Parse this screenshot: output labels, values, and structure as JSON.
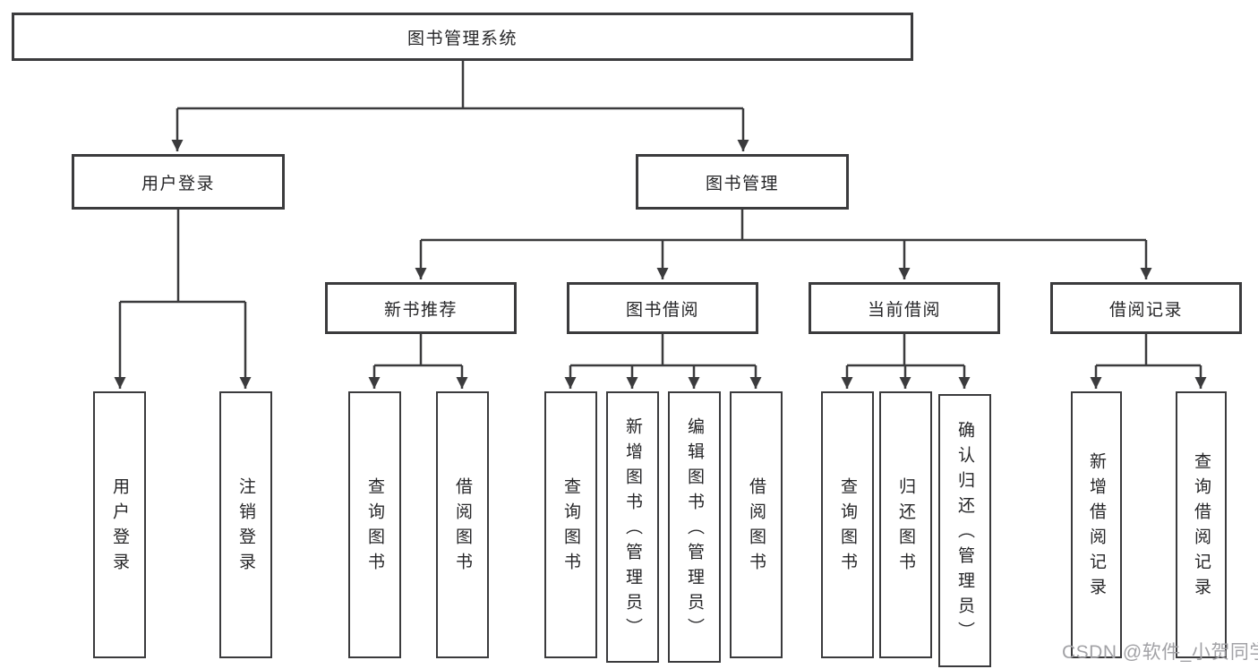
{
  "tree": {
    "label": "图书管理系统",
    "children": [
      {
        "label": "用户登录",
        "children": [
          {
            "label": "用户登录"
          },
          {
            "label": "注销登录"
          }
        ]
      },
      {
        "label": "图书管理",
        "children": [
          {
            "label": "新书推荐",
            "children": [
              {
                "label": "查询图书"
              },
              {
                "label": "借阅图书"
              }
            ]
          },
          {
            "label": "图书借阅",
            "children": [
              {
                "label": "查询图书"
              },
              {
                "label": "新增图书（管理员）"
              },
              {
                "label": "编辑图书（管理员）"
              },
              {
                "label": "借阅图书"
              }
            ]
          },
          {
            "label": "当前借阅",
            "children": [
              {
                "label": "查询图书"
              },
              {
                "label": "归还图书"
              },
              {
                "label": "确认归还（管理员）"
              }
            ]
          },
          {
            "label": "借阅记录",
            "children": [
              {
                "label": "新增借阅记录"
              },
              {
                "label": "查询借阅记录"
              }
            ]
          }
        ]
      }
    ]
  },
  "watermark": {
    "text": "CSDN @软件_小贺同学"
  },
  "colors": {
    "line": "#3b3b3d",
    "box_border": "#3b3b3d",
    "text": "#262628",
    "watermark": "#a2a2a6",
    "background": "#ffffff"
  }
}
